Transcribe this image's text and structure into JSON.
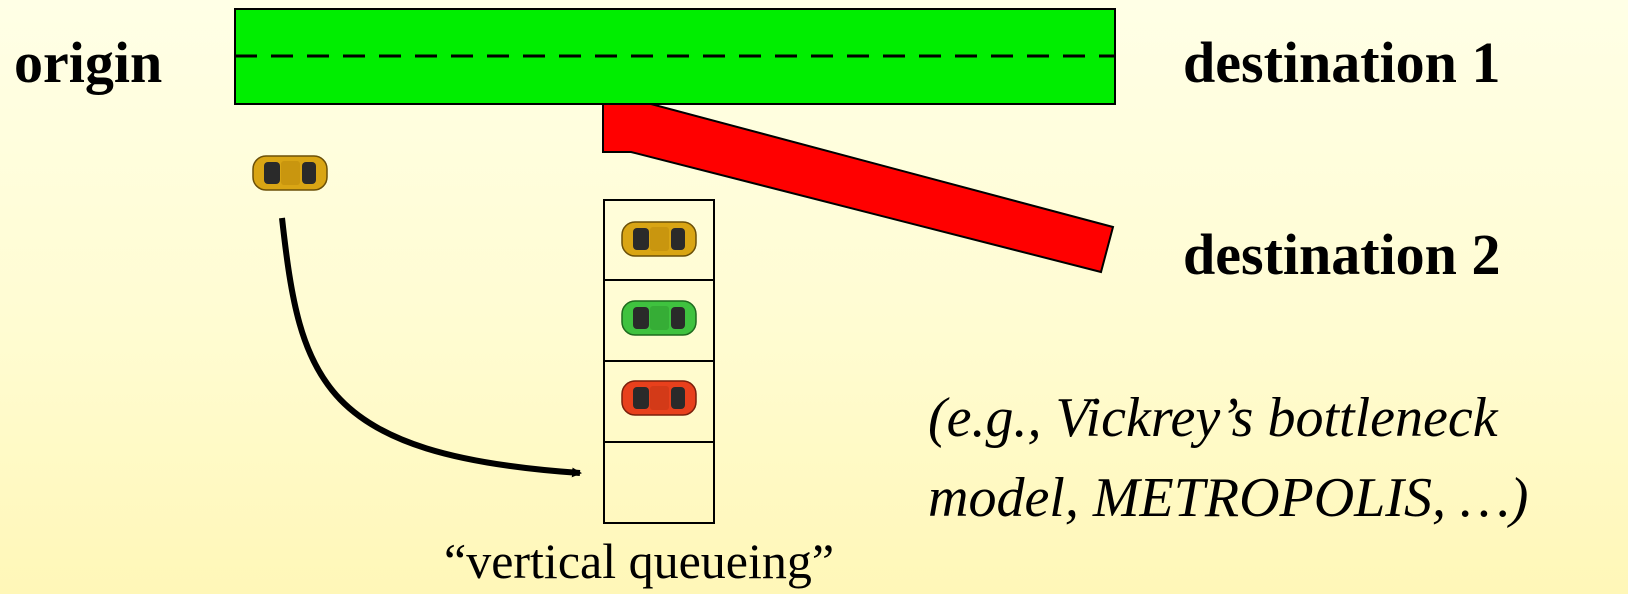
{
  "labels": {
    "origin": "origin",
    "destination_1": "destination 1",
    "destination_2": "destination 2"
  },
  "note": {
    "line1": "(e.g., Vickrey’s bottleneck",
    "line2": "model, METROPOLIS, …)"
  },
  "queue_caption": "“vertical queueing”",
  "colors": {
    "main_road": "#00ee00",
    "branch_road": "#ff0000",
    "car_yellow": "#d9a514",
    "car_green": "#3fc23f",
    "car_red": "#e8401c"
  },
  "queue": {
    "slots": [
      "yellow",
      "green",
      "red",
      "empty"
    ]
  }
}
